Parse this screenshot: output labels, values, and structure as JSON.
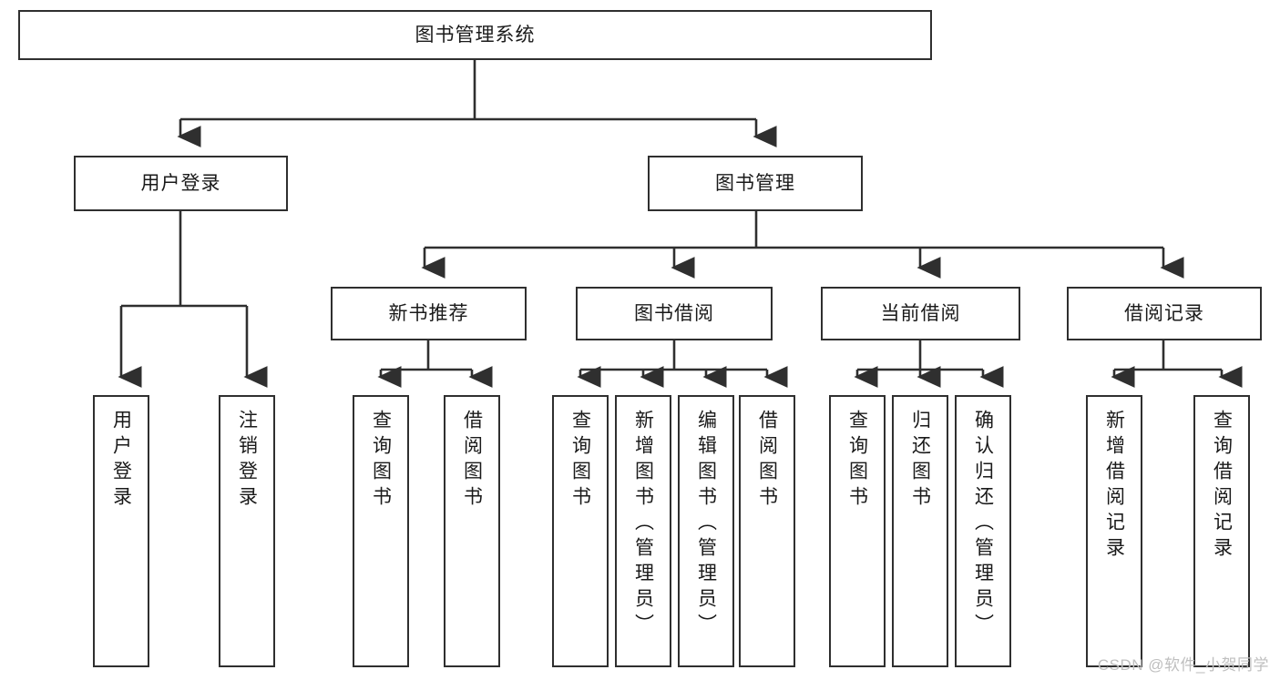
{
  "diagram": {
    "title": "图书管理系统",
    "type": "tree",
    "watermark": "CSDN @软件_小贺同学",
    "accent_color": "#2f2f2f",
    "background_color": "#ffffff",
    "nodes": {
      "root": {
        "label": "图书管理系统"
      },
      "level2": [
        {
          "label": "用户登录"
        },
        {
          "label": "图书管理"
        }
      ],
      "level3": [
        {
          "label": "新书推荐"
        },
        {
          "label": "图书借阅"
        },
        {
          "label": "当前借阅"
        },
        {
          "label": "借阅记录"
        }
      ],
      "leaves_user_login": [
        {
          "label": "用户登录"
        },
        {
          "label": "注销登录"
        }
      ],
      "leaves_new_book": [
        {
          "label": "查询图书"
        },
        {
          "label": "借阅图书"
        }
      ],
      "leaves_book_borrow": [
        {
          "label": "查询图书"
        },
        {
          "label": "新增图书（管理员）"
        },
        {
          "label": "编辑图书（管理员）"
        },
        {
          "label": "借阅图书"
        }
      ],
      "leaves_current_borrow": [
        {
          "label": "查询图书"
        },
        {
          "label": "归还图书"
        },
        {
          "label": "确认归还（管理员）"
        }
      ],
      "leaves_borrow_record": [
        {
          "label": "新增借阅记录"
        },
        {
          "label": "查询借阅记录"
        }
      ]
    }
  }
}
